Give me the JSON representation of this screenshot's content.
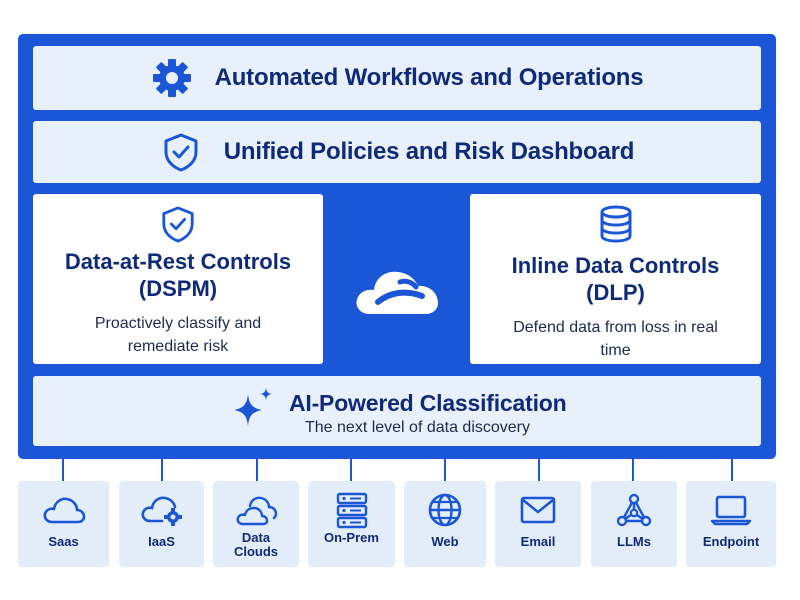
{
  "colors": {
    "primary": "#1a56d6",
    "band": "#e8f0fb",
    "text_dark": "#0f2a78",
    "source_bg": "#e3edfa"
  },
  "top_bands": [
    {
      "title": "Automated Workflows and Operations",
      "icon": "gear-icon"
    },
    {
      "title": "Unified Policies and Risk Dashboard",
      "icon": "shield-check-icon"
    }
  ],
  "panels": [
    {
      "title": "Data-at-Rest Controls (DSPM)",
      "description": "Proactively classify and remediate risk",
      "icon": "shield-check-icon"
    },
    {
      "title": "Inline Data Controls (DLP)",
      "description": "Defend data from loss in real time",
      "icon": "database-icon"
    }
  ],
  "center_icon": "cloud-logo-icon",
  "classification": {
    "title": "AI-Powered Classification",
    "subtitle": "The next level of data discovery",
    "icon": "sparkle-icon"
  },
  "sources": [
    {
      "label": "Saas",
      "icon": "cloud-icon"
    },
    {
      "label": "IaaS",
      "icon": "cloud-gear-icon"
    },
    {
      "label": "Data Clouds",
      "icon": "data-clouds-icon"
    },
    {
      "label": "On-Prem",
      "icon": "server-icon"
    },
    {
      "label": "Web",
      "icon": "globe-icon"
    },
    {
      "label": "Email",
      "icon": "envelope-icon"
    },
    {
      "label": "LLMs",
      "icon": "network-nodes-icon"
    },
    {
      "label": "Endpoint",
      "icon": "laptop-icon"
    }
  ]
}
